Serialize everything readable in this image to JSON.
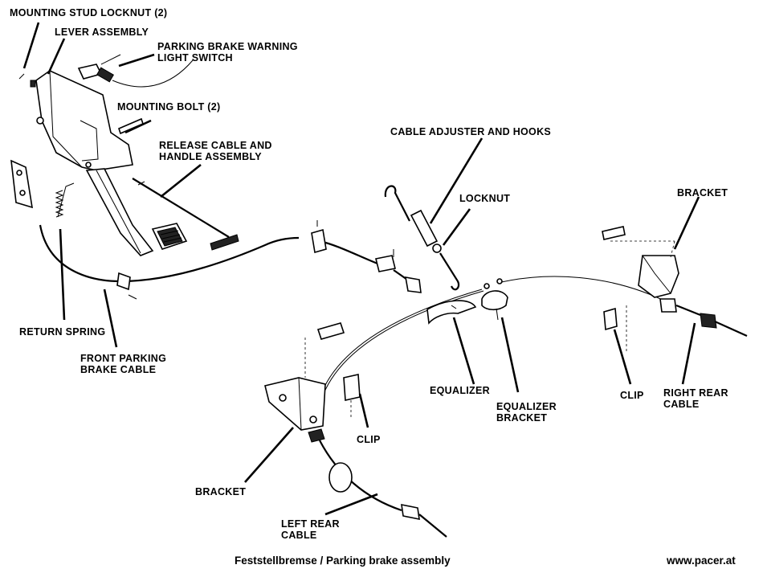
{
  "labels": {
    "mounting_stud_locknut": "MOUNTING STUD LOCKNUT (2)",
    "lever_assembly": "LEVER ASSEMBLY",
    "warning_switch_line1": "PARKING BRAKE WARNING",
    "warning_switch_line2": "LIGHT SWITCH",
    "mounting_bolt": "MOUNTING BOLT (2)",
    "release_cable_line1": "RELEASE CABLE AND",
    "release_cable_line2": "HANDLE ASSEMBLY",
    "cable_adjuster": "CABLE ADJUSTER AND HOOKS",
    "locknut": "LOCKNUT",
    "bracket_right": "BRACKET",
    "return_spring": "RETURN SPRING",
    "front_cable_line1": "FRONT PARKING",
    "front_cable_line2": "BRAKE CABLE",
    "equalizer": "EQUALIZER",
    "equalizer_bracket_line1": "EQUALIZER",
    "equalizer_bracket_line2": "BRACKET",
    "clip_right": "CLIP",
    "right_rear_line1": "RIGHT REAR",
    "right_rear_line2": "CABLE",
    "clip_left": "CLIP",
    "bracket_left": "BRACKET",
    "left_rear_line1": "LEFT REAR",
    "left_rear_line2": "CABLE"
  },
  "caption": "Feststellbremse / Parking brake assembly",
  "website": "www.pacer.at"
}
